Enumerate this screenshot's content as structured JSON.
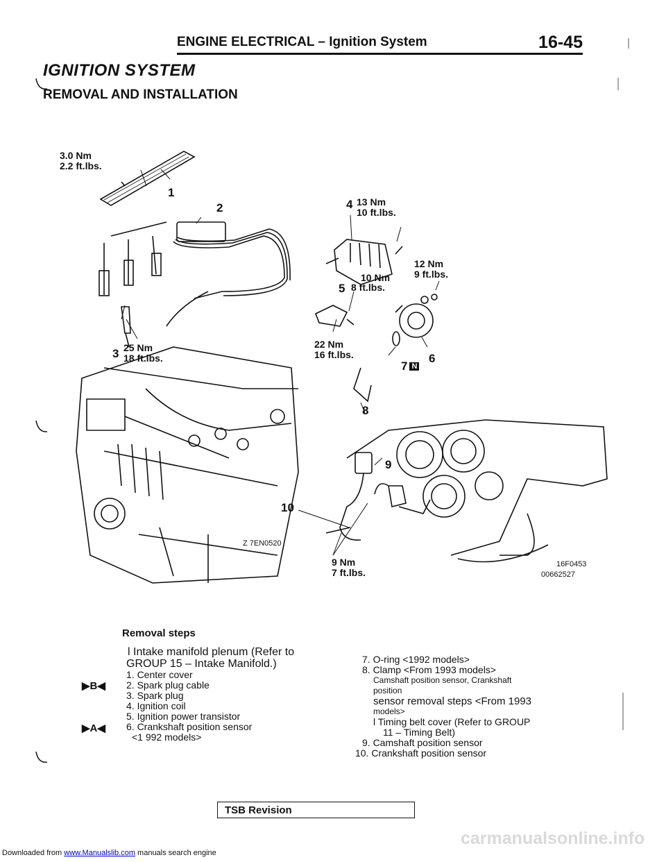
{
  "header": {
    "title": "ENGINE ELECTRICAL – Ignition System",
    "page": "16-45"
  },
  "section_title": "IGNITION SYSTEM",
  "sub_title": "REMOVAL AND INSTALLATION",
  "diagram": {
    "torque_3nm": "3.0 Nm",
    "torque_3ft": "2.2 ft.lbs.",
    "torque_25nm": "25 Nm",
    "torque_25ft": "18 ft.lbs.",
    "torque_13nm": "13 Nm",
    "torque_13ft": "10 ft.lbs.",
    "torque_10nm": "10 Nm",
    "torque_10ft": "8 ft.lbs.",
    "torque_12nm": "12 Nm",
    "torque_12ft": "9 ft.lbs.",
    "torque_22nm": "22 Nm",
    "torque_22ft": "16 ft.lbs.",
    "torque_9nm": "9 Nm",
    "torque_9ft": "7 ft.lbs.",
    "callouts": [
      "1",
      "2",
      "3",
      "4",
      "5",
      "6",
      "7",
      "8",
      "9",
      "10"
    ],
    "badge_n": "N",
    "code_left": "Z 7EN0520",
    "code_right1": "16F0453",
    "code_right2": "00662527"
  },
  "removal": {
    "heading": "Removal steps",
    "ref_b": "▶B◀",
    "ref_a": "▶A◀",
    "left": [
      "l  Intake manifold plenum (Refer to",
      "GROUP 15 – Intake Manifold.)",
      "1. Center cover",
      "2. Spark plug cable",
      "3. Spark plug",
      "4. Ignition coil",
      "5. Ignition power transistor",
      "6. Crankshaft position sensor",
      "<1 992 models>"
    ],
    "right": [
      "7. O-ring <1992 models>",
      "8. Clamp <From 1993 models>",
      "Camshaft position sensor, Crankshaft",
      "position",
      "sensor removal steps <From 1993",
      "models>",
      "l  Timing belt cover (Refer to GROUP",
      "11 – Timing Belt)",
      "9. Camshaft position sensor",
      "10. Crankshaft position sensor"
    ]
  },
  "tsb": "TSB Revision",
  "footer": {
    "prefix": "Downloaded from ",
    "link": "www.Manualslib.com",
    "suffix": " manuals search engine"
  },
  "watermark": "carmanualsonline.info"
}
